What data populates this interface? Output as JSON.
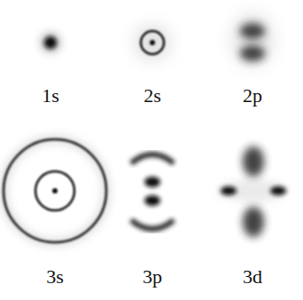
{
  "diagram": {
    "labels": [
      "1s",
      "2s",
      "2p",
      "3s",
      "3p",
      "3d"
    ]
  }
}
